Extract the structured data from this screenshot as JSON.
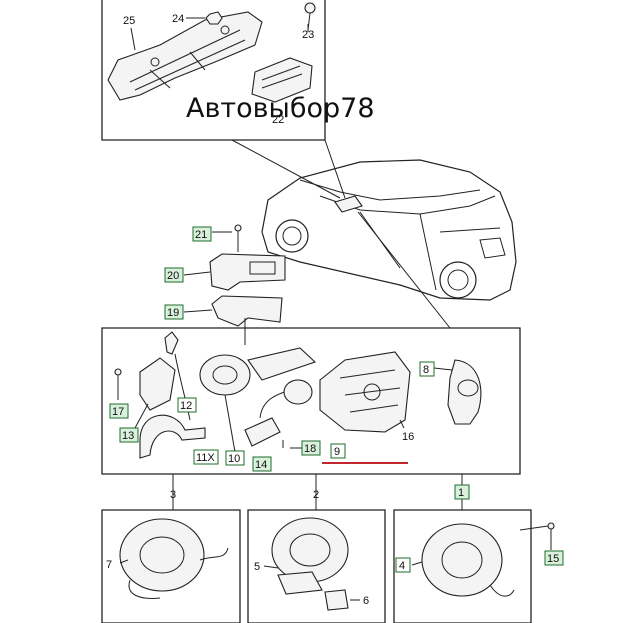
{
  "watermark": "Автовыбор78",
  "callouts": {
    "c1": "1",
    "c2": "2",
    "c3": "3",
    "c4": "4",
    "c5": "5",
    "c6": "6",
    "c7": "7",
    "c8": "8",
    "c9": "9",
    "c10": "10",
    "c11": "11X",
    "c12": "12",
    "c13": "13",
    "c14": "14",
    "c15": "15",
    "c16": "16",
    "c17": "17",
    "c18": "18",
    "c19": "19",
    "c20": "20",
    "c21": "21",
    "c22": "22",
    "c23": "23",
    "c24": "24",
    "c25": "25"
  },
  "colors": {
    "callout_fill": "#d9f0dc",
    "callout_border": "#1e6b2a",
    "marker_line": "#c0282d"
  }
}
